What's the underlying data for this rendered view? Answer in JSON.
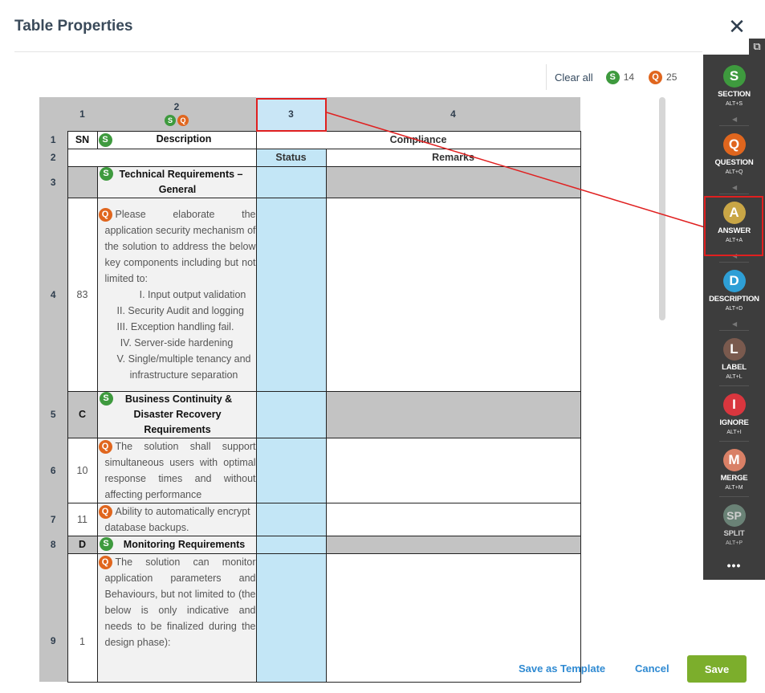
{
  "dialog": {
    "title": "Table Properties",
    "close_glyph": "✕",
    "popout_glyph": "⧉"
  },
  "counts": {
    "clear_label": "Clear all",
    "s_letter": "S",
    "s_count": "14",
    "q_letter": "Q",
    "q_count": "25"
  },
  "columns": [
    "1",
    "2",
    "3",
    "4"
  ],
  "rows": {
    "r1": {
      "num": "1",
      "sn": "SN",
      "desc": "Description",
      "merged": "Compliance"
    },
    "r2": {
      "num": "2",
      "status": "Status",
      "remarks": "Remarks"
    },
    "r3": {
      "num": "3",
      "desc": "Technical Requirements – General"
    },
    "r4": {
      "num": "4",
      "sn": "83",
      "desc": "Please elaborate the application security mechanism of the solution to address the below key components including but not limited to:",
      "items": [
        "I.  Input output validation",
        "II.  Security Audit and logging III.    Exception handling fail.",
        "IV.  Server-side hardening",
        "V.  Single/multiple tenancy and infrastructure separation"
      ]
    },
    "r5": {
      "num": "5",
      "sn": "C",
      "desc": "Business Continuity & Disaster Recovery Requirements"
    },
    "r6": {
      "num": "6",
      "sn": "10",
      "desc": "The solution shall support simultaneous users with optimal response times and without affecting performance"
    },
    "r7": {
      "num": "7",
      "sn": "11",
      "desc": "Ability to automatically encrypt database backups."
    },
    "r8": {
      "num": "8",
      "sn": "D",
      "desc": "Monitoring Requirements"
    },
    "r9": {
      "num": "9",
      "sn": "1",
      "desc": "The solution can monitor application parameters and Behaviours, but not limited to (the below is only indicative and needs to be finalized during the design phase):"
    }
  },
  "tools": [
    {
      "letter": "S",
      "name": "SECTION",
      "key": "ALT+S",
      "color": "#3e9a3e"
    },
    {
      "letter": "Q",
      "name": "QUESTION",
      "key": "ALT+Q",
      "color": "#e0661e"
    },
    {
      "letter": "A",
      "name": "ANSWER",
      "key": "ALT+A",
      "color": "#c9a646"
    },
    {
      "letter": "D",
      "name": "DESCRIPTION",
      "key": "ALT+D",
      "color": "#2e9fd6"
    },
    {
      "letter": "L",
      "name": "LABEL",
      "key": "ALT+L",
      "color": "#7a5a4e"
    },
    {
      "letter": "I",
      "name": "IGNORE",
      "key": "ALT+I",
      "color": "#d9363e"
    },
    {
      "letter": "M",
      "name": "MERGE",
      "key": "ALT+M",
      "color": "#d98066"
    },
    {
      "letter": "SP",
      "name": "SPLIT",
      "key": "ALT+P",
      "color": "#7a9a8a"
    }
  ],
  "toolbar_more": "•••",
  "footer": {
    "save_template": "Save as Template",
    "cancel": "Cancel",
    "save": "Save"
  }
}
